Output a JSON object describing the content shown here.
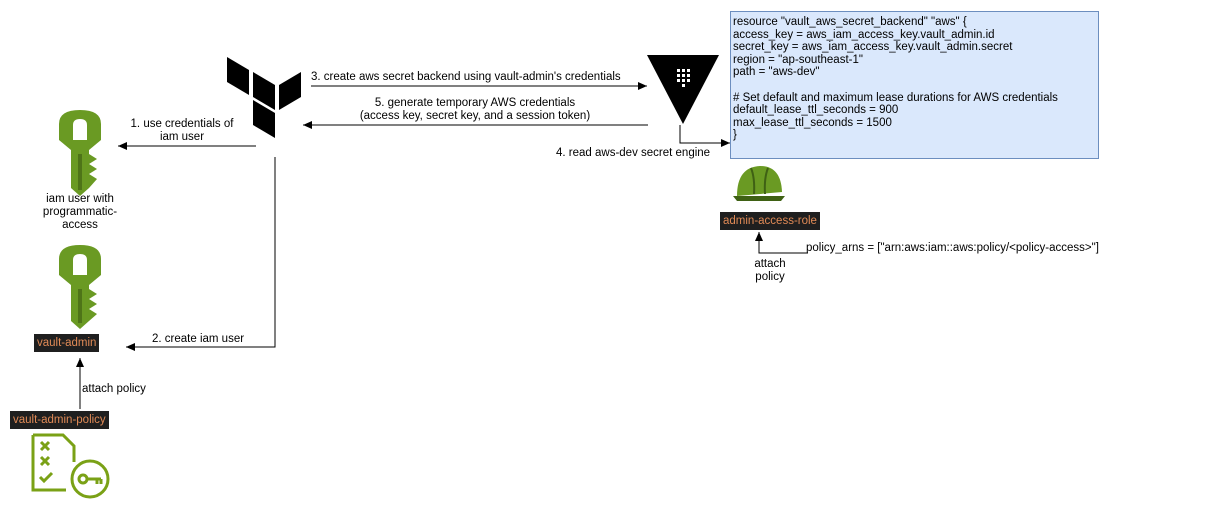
{
  "nodes": {
    "iam_user": {
      "label_lines": [
        "iam user with",
        "programmatic-",
        "access"
      ],
      "icon": "aws-key-icon"
    },
    "vault_admin": {
      "label": "vault-admin",
      "icon": "aws-key-icon"
    },
    "vault_admin_policy": {
      "label": "vault-admin-policy",
      "icon": "policy-document-key-icon"
    },
    "terraform": {
      "icon": "terraform-logo-icon"
    },
    "vault": {
      "icon": "vault-logo-icon"
    },
    "admin_access_role": {
      "label": "admin-access-role",
      "icon": "hard-hat-icon"
    }
  },
  "edges": {
    "e1": {
      "lines": [
        "1. use credentials of",
        "iam user"
      ]
    },
    "e2": {
      "label": "2. create iam user"
    },
    "e3": {
      "label": "3. create aws secret backend using vault-admin's credentials"
    },
    "e4": {
      "label": "4. read aws-dev secret engine"
    },
    "e5": {
      "lines": [
        "5. generate temporary AWS credentials",
        "(access key, secret key, and a session token)"
      ]
    },
    "attach_policy_left": {
      "label": "attach policy"
    },
    "attach_policy_right": {
      "lines": [
        "attach",
        "policy"
      ]
    },
    "policy_arns": {
      "label": "policy_arns = [\"arn:aws:iam::aws:policy/<policy-access>\"]"
    }
  },
  "code_lines": [
    "resource \"vault_aws_secret_backend\" \"aws\" {",
    "access_key = aws_iam_access_key.vault_admin.id",
    "secret_key = aws_iam_access_key.vault_admin.secret",
    "region = \"ap-southeast-1\"",
    "path = \"aws-dev\"",
    "",
    "# Set default and maximum lease durations for AWS credentials",
    "default_lease_ttl_seconds = 900",
    "max_lease_ttl_seconds = 1500",
    "}"
  ],
  "colors": {
    "aws_green": "#6a9a23",
    "policy_green": "#7aa116",
    "code_fill": "#dae8fc",
    "code_border": "#6c8ebf",
    "tag_bg": "#1f1f1f",
    "tag_text": "#e08a56"
  }
}
